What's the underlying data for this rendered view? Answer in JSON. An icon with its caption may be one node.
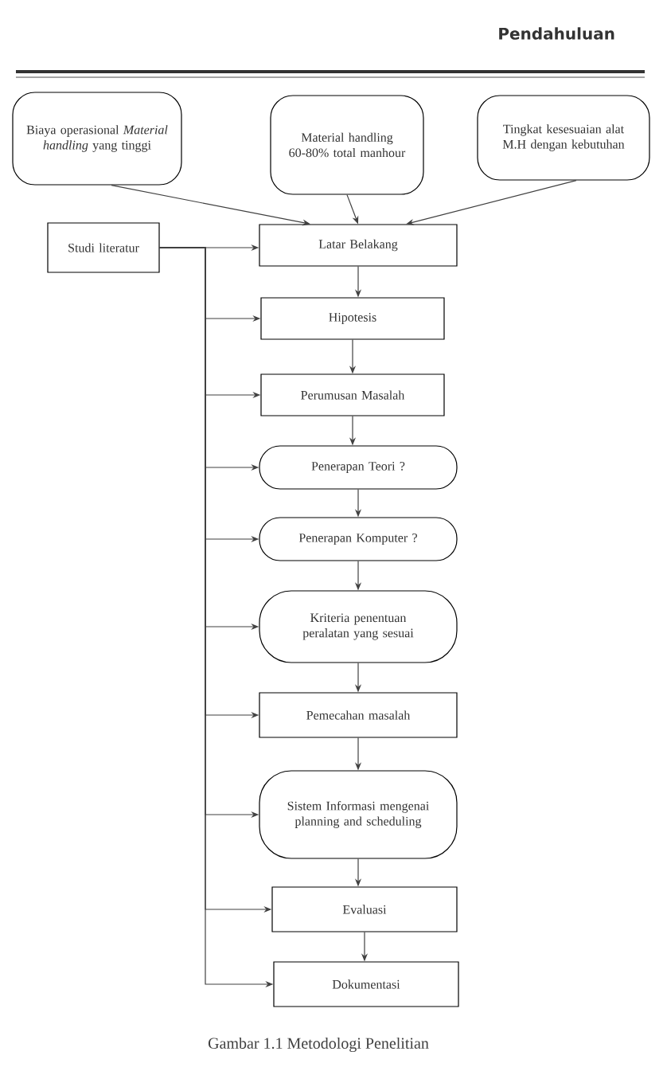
{
  "diagram": {
    "caption": "Gambar 1.1 Metodologi Penelitian",
    "nodes": [
      {
        "text": [
          "Biaya operasional *Material handling* yang tinggi"
        ]
      },
      {
        "text": [
          "Material handling 60-80% total manhour"
        ]
      },
      {
        "text": [
          "Tingkat kesesuaian alat M.H dengan kebutuhan"
        ]
      },
      {
        "text": [
          "Studi literatur"
        ]
      },
      {
        "text": [
          "Latar Belakang"
        ]
      },
      {
        "text": [
          "Hipotesis"
        ]
      },
      {
        "text": [
          "Perumusan Masalah"
        ]
      },
      {
        "text": [
          "Penerapan Teori ?"
        ]
      },
      {
        "text": [
          "Penerapan Komputer ?"
        ]
      },
      {
        "text": [
          "Kriteria penentuan peralatan yang sesuai"
        ]
      },
      {
        "text": [
          "Pemecahan masalah"
        ]
      },
      {
        "text": [
          "Sistem Informasi mengenai planning and scheduling"
        ]
      },
      {
        "text": [
          "Evaluasi"
        ]
      },
      {
        "text": [
          "Dokumentasi"
        ]
      }
    ],
    "edges": [
      {
        "from": 0,
        "to": 4,
        "arrow": "to"
      },
      {
        "from": 1,
        "to": 4,
        "arrow": "to"
      },
      {
        "from": 2,
        "to": 4,
        "arrow": "to"
      },
      {
        "from": 3,
        "to": 4,
        "arrow": "to"
      },
      {
        "from": 3,
        "to": 5,
        "arrow": "to"
      },
      {
        "from": 3,
        "to": 6,
        "arrow": "to"
      },
      {
        "from": 3,
        "to": 7,
        "arrow": "to"
      },
      {
        "from": 3,
        "to": 8,
        "arrow": "to"
      },
      {
        "from": 3,
        "to": 9,
        "arrow": "to"
      },
      {
        "from": 3,
        "to": 10,
        "arrow": "to"
      },
      {
        "from": 3,
        "to": 11,
        "arrow": "to"
      },
      {
        "from": 3,
        "to": 12,
        "arrow": "to"
      },
      {
        "from": 3,
        "to": 13,
        "arrow": "to"
      },
      {
        "from": 4,
        "to": 5,
        "arrow": "to"
      },
      {
        "from": 5,
        "to": 6,
        "arrow": "to"
      },
      {
        "from": 6,
        "to": 7,
        "arrow": "to"
      },
      {
        "from": 7,
        "to": 8,
        "arrow": "to"
      },
      {
        "from": 8,
        "to": 9,
        "arrow": "to"
      },
      {
        "from": 9,
        "to": 10,
        "arrow": "to"
      },
      {
        "from": 10,
        "to": 11,
        "arrow": "to"
      },
      {
        "from": 11,
        "to": 12,
        "arrow": "to"
      },
      {
        "from": 12,
        "to": 13,
        "arrow": "to"
      }
    ],
    "labels": [
      "Pendahuluan"
    ]
  }
}
